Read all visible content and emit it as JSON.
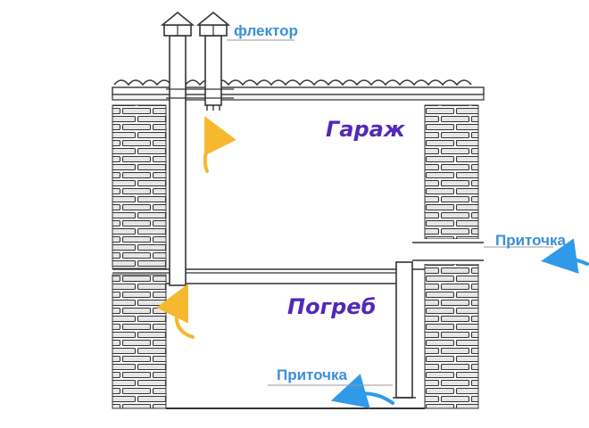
{
  "labels": {
    "deflector": "флектор",
    "garage": "Гараж",
    "cellar": "Погреб",
    "supply_top": "Приточка",
    "supply_bottom": "Приточка"
  },
  "colors": {
    "label_blue": "#3a8fd6",
    "room_label": "#5228b8",
    "exhaust_arrow": "#f5b82e",
    "supply_arrow": "#2f9ae8",
    "brick_fill": "#e6e6e6",
    "outline": "#333333"
  }
}
